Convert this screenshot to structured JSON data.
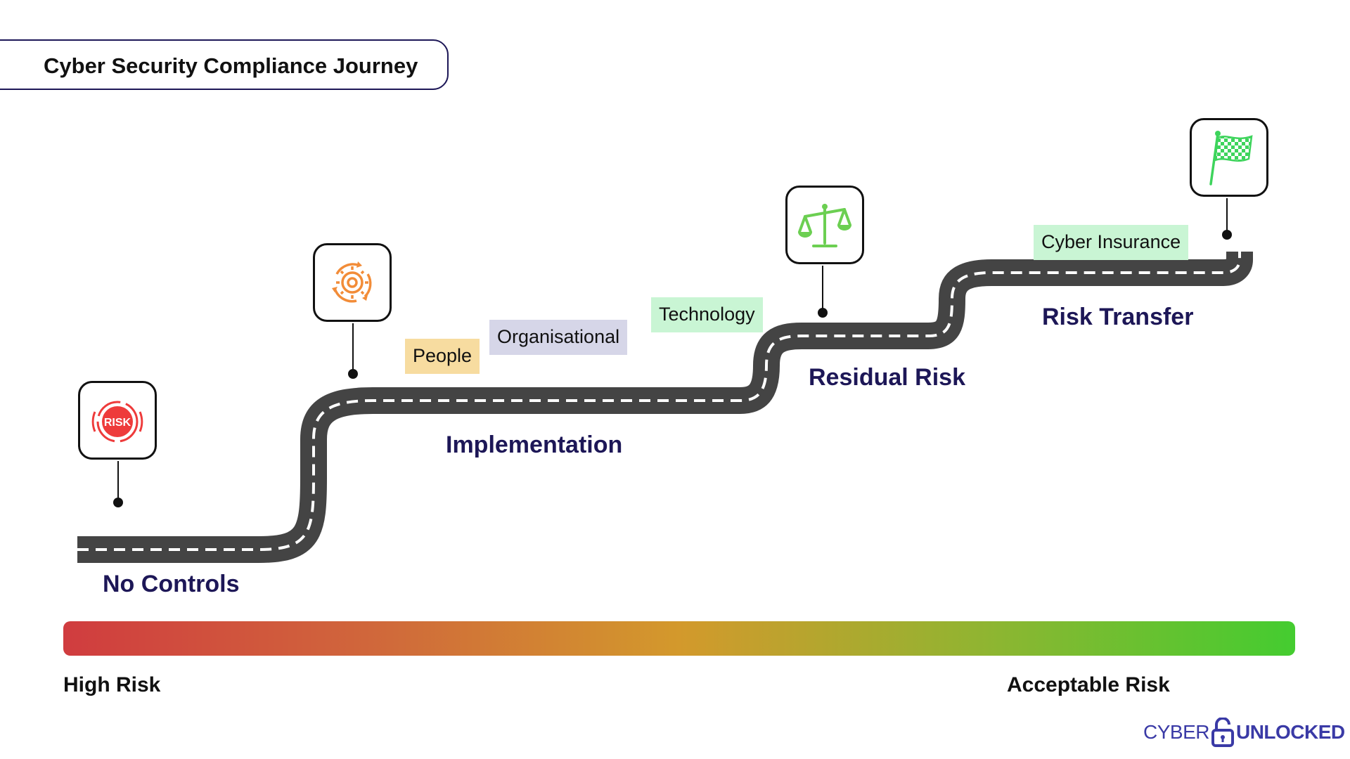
{
  "title": "Cyber Security Compliance Journey",
  "stages": [
    {
      "label": "No Controls",
      "icon": "risk-alarm-icon",
      "icon_color": "#ee3b3b"
    },
    {
      "label": "Implementation",
      "icon": "process-gear-icon",
      "icon_color": "#f28c38"
    },
    {
      "label": "Residual Risk",
      "icon": "balance-scale-icon",
      "icon_color": "#6ccf52"
    },
    {
      "label": "Risk Transfer",
      "icon": "checkered-flag-icon",
      "icon_color": "#3ed45c"
    }
  ],
  "tags": [
    {
      "text": "People",
      "color": "#f7dca0"
    },
    {
      "text": "Organisational",
      "color": "#d6d6e8"
    },
    {
      "text": "Technology",
      "color": "#c9f5d4"
    },
    {
      "text": "Cyber Insurance",
      "color": "#c9f5d4"
    }
  ],
  "risk_scale": {
    "low_end_label": "High Risk",
    "high_end_label": "Acceptable Risk",
    "gradient_colors": [
      "#d03c3f",
      "#d0673b",
      "#d3992c",
      "#8fb531",
      "#44cc30"
    ]
  },
  "brand": {
    "part1": "CYBER",
    "part2": "UNLOCKED",
    "icon": "padlock-icon"
  },
  "colors": {
    "road": "#444444",
    "road_dash": "#ffffff",
    "heading": "#1d1757"
  }
}
